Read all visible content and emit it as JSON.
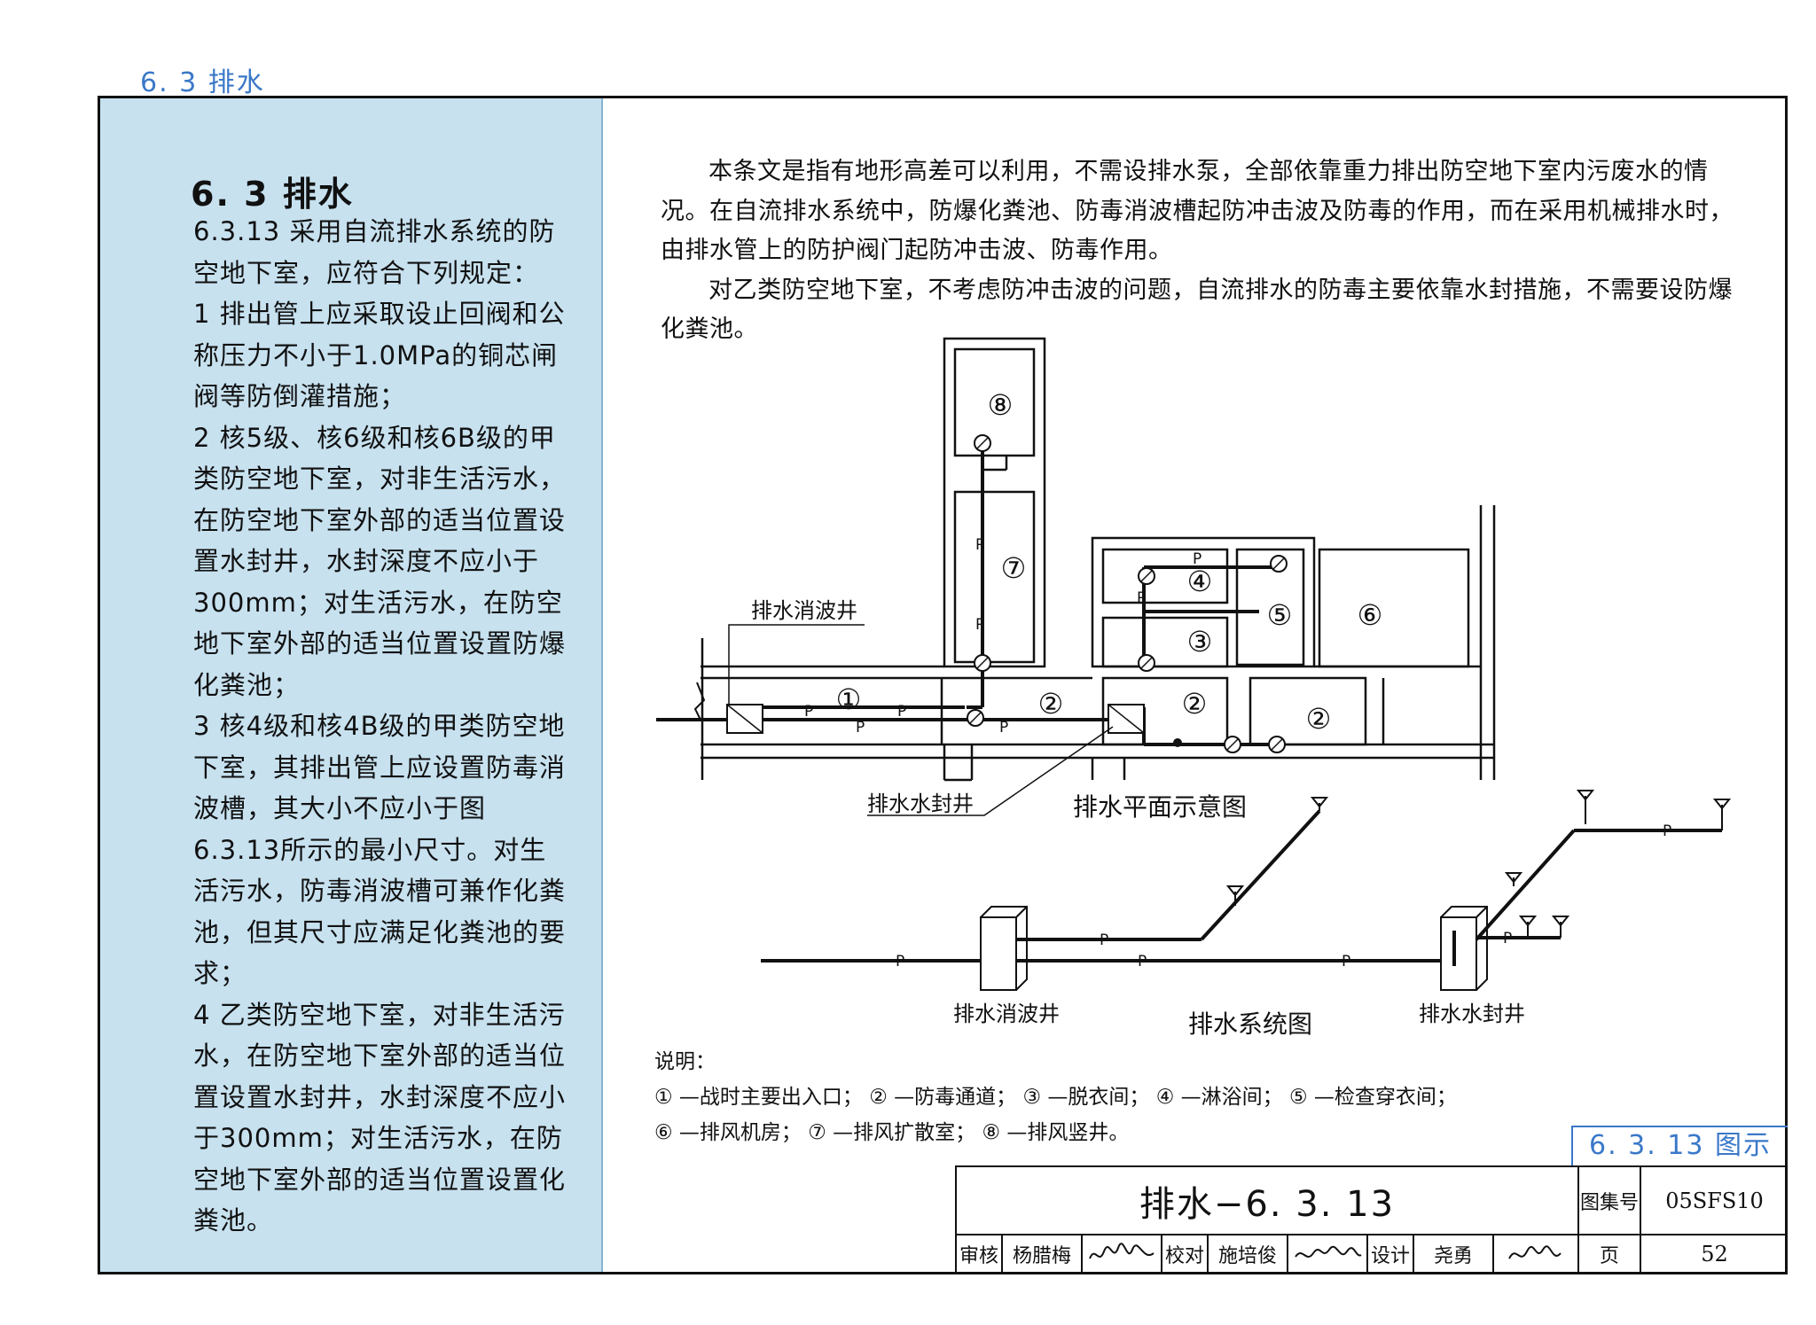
{
  "header": {
    "section": "6. 3  排水"
  },
  "left": {
    "title": "6. 3  排水",
    "paragraphs": [
      "6.3.13  采用自流排水系统的防空地下室，应符合下列规定：",
      "1  排出管上应采取设止回阀和公称压力不小于1.0MPa的铜芯闸阀等防倒灌措施；",
      "2  核5级、核6级和核6B级的甲类防空地下室，对非生活污水，在防空地下室外部的适当位置设置水封井，水封深度不应小于300mm；对生活污水，在防空地下室外部的适当位置设置防爆化粪池；",
      "3  核4级和核4B级的甲类防空地下室，其排出管上应设置防毒消波槽，其大小不应小于图6.3.13所示的最小尺寸。对生活污水，防毒消波槽可兼作化粪池，但其尺寸应满足化粪池的要求；",
      "4  乙类防空地下室，对非生活污水，在防空地下室外部的适当位置设置水封井，水封深度不应小于300mm；对生活污水，在防空地下室外部的适当位置设置化粪池。"
    ]
  },
  "intro": [
    "本条文是指有地形高差可以利用，不需设排水泵，全部依靠重力排出防空地下室内污废水的情况。在自流排水系统中，防爆化粪池、防毒消波槽起防冲击波及防毒的作用，而在采用机械排水时，由排水管上的防护阀门起防冲击波、防毒作用。",
    "对乙类防空地下室，不考虑防冲击波的问题，自流排水的防毒主要依靠水封措施，不需要设防爆化粪池。"
  ],
  "diagram": {
    "plan_title": "排水平面示意图",
    "system_title": "排水系统图",
    "label_xiaobo": "排水消波井",
    "label_shuifeng": "排水水封井",
    "pipe_label": "P",
    "rooms": {
      "r1": "①",
      "r2": "②",
      "r3": "③",
      "r4": "④",
      "r5": "⑤",
      "r6": "⑥",
      "r7": "⑦",
      "r8": "⑧"
    }
  },
  "notes": {
    "heading": "说明：",
    "line1": "① —战时主要出入口；  ② —防毒通道；  ③ —脱衣间；  ④ —淋浴间；  ⑤ —检查穿衣间；",
    "line2": "⑥ —排风机房；  ⑦ —排风扩散室；  ⑧ —排风竖井。"
  },
  "titleblock": {
    "sheet_tag": "6. 3. 13  图示",
    "drawing_title": "排水−6. 3. 13",
    "atlas_label": "图集号",
    "atlas_no": "05SFS10",
    "page_label": "页",
    "page_no": "52",
    "review_label": "审核",
    "reviewer": "杨腊梅",
    "check_label": "校对",
    "checker": "施培俊",
    "design_label": "设计",
    "designer": "尧勇"
  },
  "colors": {
    "accent_blue": "#3a78c8",
    "panel_blue": "#c7e1ef"
  }
}
